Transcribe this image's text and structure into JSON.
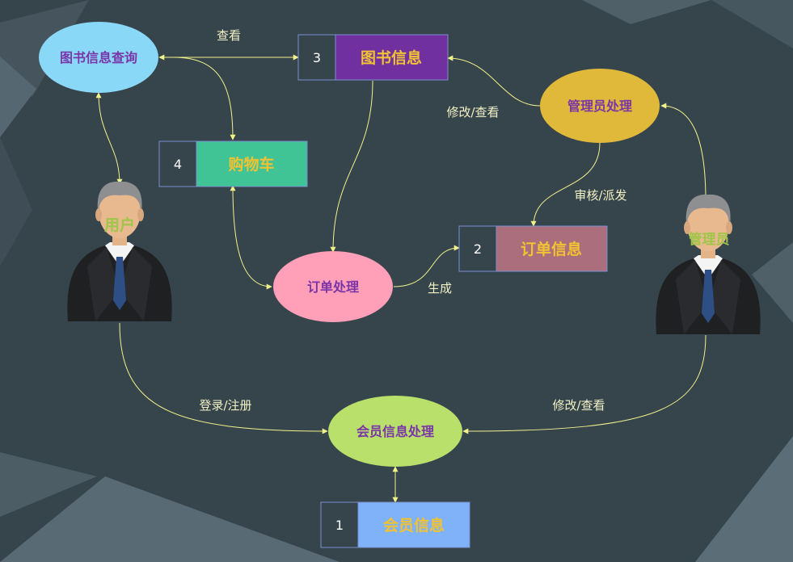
{
  "colors": {
    "background": "#36444c",
    "arrow": "#f2f28a",
    "edge_label": "#f2f2c4",
    "process_text": "#7a35a8",
    "store_text": "#f1c232",
    "id_box_fill": "#36444c",
    "id_box_stroke": "#7b8fd0"
  },
  "processes": {
    "book_query": {
      "label": "图书信息查询",
      "fill": "#8ad8f8"
    },
    "admin_proc": {
      "label": "管理员处理",
      "fill": "#e0b93a"
    },
    "order_proc": {
      "label": "订单处理",
      "fill": "#ff9fb8"
    },
    "member_proc": {
      "label": "会员信息处理",
      "fill": "#b8e06a"
    }
  },
  "stores": {
    "book_info": {
      "id": "3",
      "label": "图书信息",
      "fill": "#7030a0"
    },
    "cart": {
      "id": "4",
      "label": "购物车",
      "fill": "#40c496"
    },
    "order_info": {
      "id": "2",
      "label": "订单信息",
      "fill": "#ab6e7c"
    },
    "member_info": {
      "id": "1",
      "label": "会员信息",
      "fill": "#7fb2f8"
    }
  },
  "actors": {
    "user": {
      "label": "用户",
      "icon": "businessman-icon"
    },
    "admin": {
      "label": "管理员",
      "icon": "businessman-icon"
    }
  },
  "edge_labels": {
    "view": "查看",
    "modify_view_top": "修改/查看",
    "audit_dispatch": "审核/派发",
    "generate": "生成",
    "login_register": "登录/注册",
    "modify_view_bottom": "修改/查看"
  }
}
